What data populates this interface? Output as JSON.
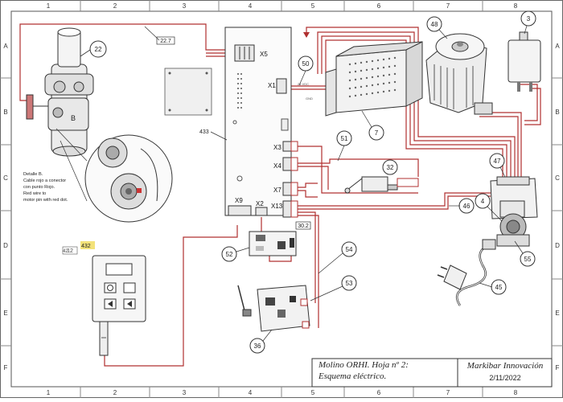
{
  "grid": {
    "cols": [
      "1",
      "2",
      "3",
      "4",
      "5",
      "6",
      "7",
      "8"
    ],
    "rows": [
      "A",
      "B",
      "C",
      "D",
      "E",
      "F"
    ]
  },
  "connectors": {
    "x5": "X5",
    "x1": "X1",
    "x3": "X3",
    "x4": "X4",
    "x7": "X7",
    "x13": "X13",
    "x9": "X9",
    "x2": "X2"
  },
  "balloons": {
    "b22": "22",
    "b48": "48",
    "b3": "3",
    "b50": "50",
    "b7": "7",
    "b51": "51",
    "b32": "32",
    "b47": "47",
    "b4": "4",
    "b46": "46",
    "b55": "55",
    "b45": "45",
    "b52": "52",
    "b54": "54",
    "b53": "53",
    "b36": "36"
  },
  "labels": {
    "ref_227": "22.7",
    "ref_433": "433",
    "ref_302": "30.2",
    "ref_42": "42",
    "ref_432": "432",
    "ref_12": "12",
    "detail_b": "B",
    "v24": "24 VDC",
    "gnd": "GND"
  },
  "detail_note": [
    "Detalle B.",
    "Cable rojo a conector",
    "con punto Rojo.",
    "Red wire to",
    "motor pin with red dot."
  ],
  "title_block": {
    "title_line1": "Molino ORHI. Hoja nº 2:",
    "title_line2": "Esquema eléctrico.",
    "company": "Markibar Innovación",
    "date": "2/11/2022"
  },
  "colors": {
    "wire_red": "#b03030",
    "line": "#333333",
    "highlight": "#f3e27a"
  }
}
